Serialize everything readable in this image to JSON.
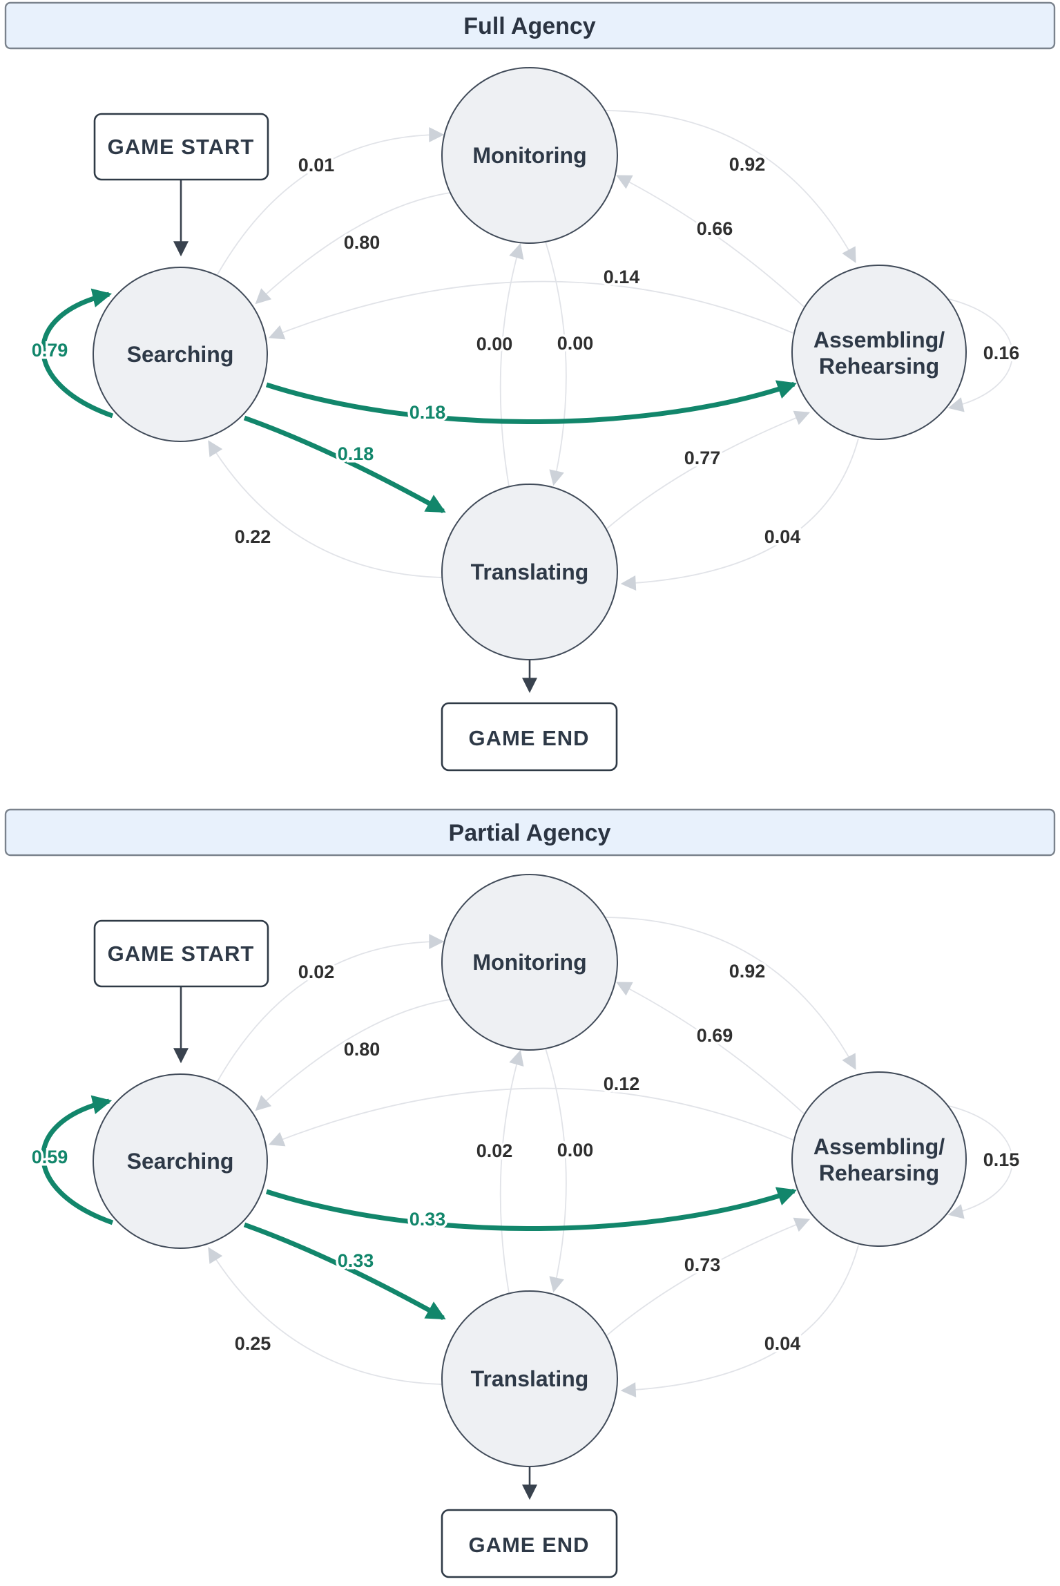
{
  "colors": {
    "accent_teal": "#12866B",
    "gray_edge": "#E1E3E8",
    "gray_arrow": "#CDD2D9",
    "node_fill": "#EEF0F3",
    "node_border": "#414B59",
    "title_bar_fill": "#E8F1FC",
    "title_bar_border": "#7A828C",
    "dark_arrow": "#39424E",
    "label_text": "#2F2F2F",
    "node_text": "#2E3947"
  },
  "diagrams": [
    {
      "title": "Full Agency",
      "start_label": "GAME START",
      "end_label": "GAME END",
      "nodes": {
        "monitoring": "Monitoring",
        "searching": "Searching",
        "assembling_line1": "Assembling/",
        "assembling_line2": "Rehearsing",
        "translating": "Translating"
      },
      "edges": {
        "searching-monitoring": {
          "value": "0.01",
          "highlight": false
        },
        "monitoring-searching": {
          "value": "0.80",
          "highlight": false
        },
        "monitoring-assembling": {
          "value": "0.92",
          "highlight": false
        },
        "assembling-monitoring": {
          "value": "0.66",
          "highlight": false
        },
        "assembling-searching": {
          "value": "0.14",
          "highlight": false
        },
        "translating-monitoring": {
          "value": "0.00",
          "highlight": false
        },
        "monitoring-translating": {
          "value": "0.00",
          "highlight": false
        },
        "searching-assembling": {
          "value": "0.18",
          "highlight": true
        },
        "searching-translating": {
          "value": "0.18",
          "highlight": true
        },
        "translating-searching": {
          "value": "0.22",
          "highlight": false
        },
        "translating-assembling": {
          "value": "0.77",
          "highlight": false
        },
        "assembling-translating": {
          "value": "0.04",
          "highlight": false
        },
        "searching-self": {
          "value": "0.79",
          "highlight": true
        },
        "assembling-self": {
          "value": "0.16",
          "highlight": false
        }
      }
    },
    {
      "title": "Partial Agency",
      "start_label": "GAME START",
      "end_label": "GAME END",
      "nodes": {
        "monitoring": "Monitoring",
        "searching": "Searching",
        "assembling_line1": "Assembling/",
        "assembling_line2": "Rehearsing",
        "translating": "Translating"
      },
      "edges": {
        "searching-monitoring": {
          "value": "0.02",
          "highlight": false
        },
        "monitoring-searching": {
          "value": "0.80",
          "highlight": false
        },
        "monitoring-assembling": {
          "value": "0.92",
          "highlight": false
        },
        "assembling-monitoring": {
          "value": "0.69",
          "highlight": false
        },
        "assembling-searching": {
          "value": "0.12",
          "highlight": false
        },
        "translating-monitoring": {
          "value": "0.02",
          "highlight": false
        },
        "monitoring-translating": {
          "value": "0.00",
          "highlight": false
        },
        "searching-assembling": {
          "value": "0.33",
          "highlight": true
        },
        "searching-translating": {
          "value": "0.33",
          "highlight": true
        },
        "translating-searching": {
          "value": "0.25",
          "highlight": false
        },
        "translating-assembling": {
          "value": "0.73",
          "highlight": false
        },
        "assembling-translating": {
          "value": "0.04",
          "highlight": false
        },
        "searching-self": {
          "value": "0.59",
          "highlight": true
        },
        "assembling-self": {
          "value": "0.15",
          "highlight": false
        }
      }
    }
  ]
}
